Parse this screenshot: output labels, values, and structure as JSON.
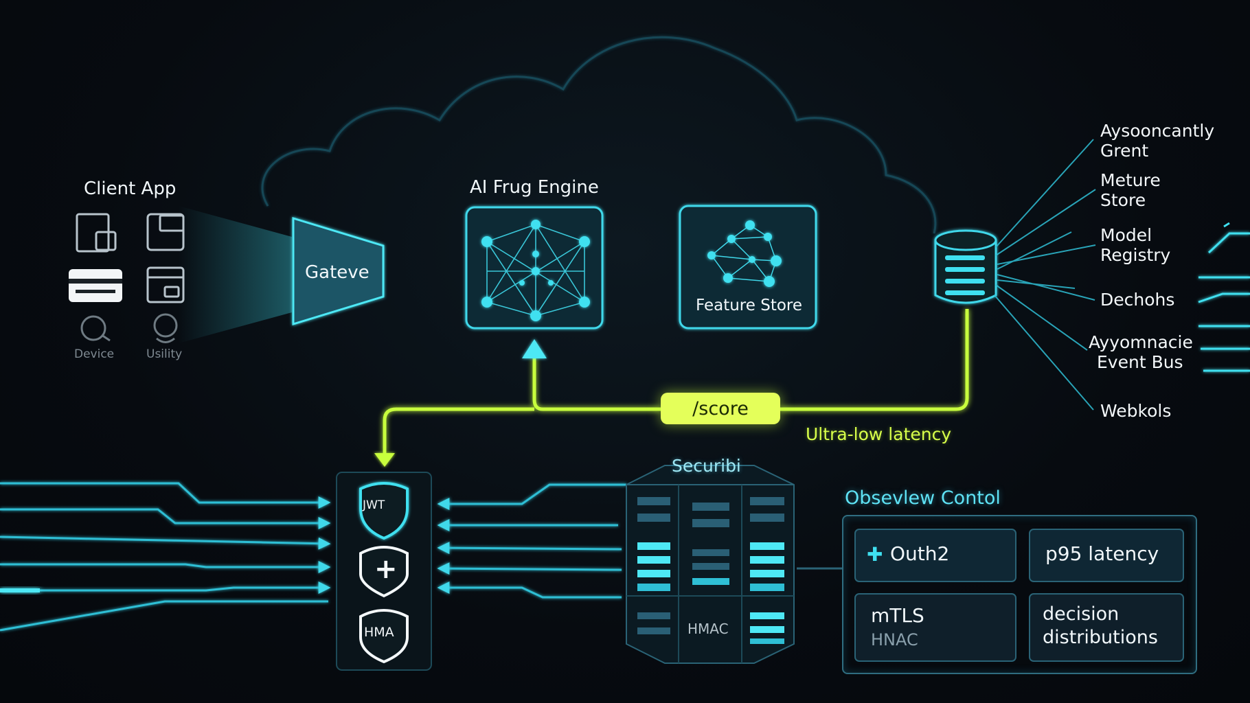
{
  "client": {
    "title": "Client App",
    "device_label": "Device",
    "user_label": "Usility"
  },
  "gateway": {
    "label": "Gateve"
  },
  "engine": {
    "title": "AI Frug Engine"
  },
  "feature_store": {
    "label": "Feature Store"
  },
  "outputs": [
    {
      "line1": "Aysooncantly",
      "line2": "Grent"
    },
    {
      "line1": "Meture",
      "line2": "Store"
    },
    {
      "line1": "Model",
      "line2": "Registry"
    },
    {
      "line1": "Dechohs",
      "line2": ""
    },
    {
      "line1": "Ayyomnacie",
      "line2": "Event Bus"
    },
    {
      "line1": "Webkols",
      "line2": ""
    }
  ],
  "score": {
    "label": "/score",
    "latency": "Ultra-low latency"
  },
  "security": {
    "title": "Securibi",
    "shields": [
      "JWT",
      "+",
      "HMA"
    ],
    "hmac_label": "HMAC"
  },
  "observe": {
    "title": "Obsevlew Contol",
    "cards": [
      {
        "line1": "Outh2",
        "line2": "",
        "icon": "plus-icon"
      },
      {
        "line1": "p95 latency",
        "line2": ""
      },
      {
        "line1": "mTLS",
        "line2": "HNAC"
      },
      {
        "line1": "decision",
        "line2": "distributions"
      }
    ]
  },
  "colors": {
    "cyan": "#3fe0f0",
    "lime": "#c8ff3c",
    "panel": "#0f2a36",
    "background": "#070b10"
  }
}
